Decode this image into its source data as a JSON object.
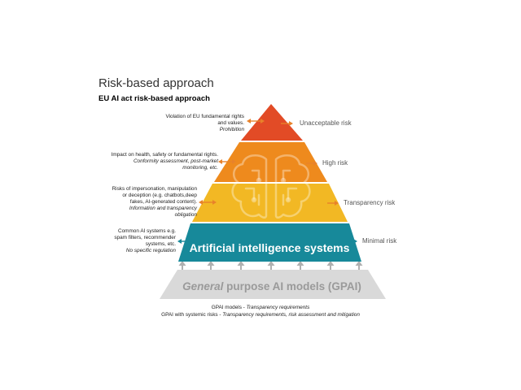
{
  "title": "Risk-based approach",
  "subtitle": "EU AI act risk-based approach",
  "tiers": [
    {
      "risk": "Unacceptable risk",
      "description": "Violation of EU fundamental rights and values.",
      "measure": "Prohibition",
      "color": "#E24B26"
    },
    {
      "risk": "High risk",
      "description": "Impact on health, safety or fundamental rights.",
      "measure": "Conformity assessment, post-market monitoring, etc.",
      "color": "#EE8A1D"
    },
    {
      "risk": "Transparency risk",
      "description": "Risks of impersonation, manipulation or deception (e.g. chatbots,deep fakes, AI-generated content).",
      "measure": "Information and transparency obligation",
      "color": "#F2B824"
    },
    {
      "risk": "Minimal risk",
      "description": "Common AI systems e.g. spam filters, recommender systems, etc.",
      "measure": "No specific regulation",
      "color": "#17899A"
    }
  ],
  "ai_systems_label": "Artificial intelligence systems",
  "gpai_label": {
    "italic": "General",
    "rest": " purpose AI models (GPAI)"
  },
  "footer": {
    "line1_prefix": "GPAI models - ",
    "line1_italic": "Transparency requirements",
    "line2_prefix": "GPAI with systemic risks - ",
    "line2_italic": "Transparency requirements, risk assessment and mitigation"
  },
  "colors": {
    "arrow_orange": "#E8822A",
    "arrow_teal": "#17899A",
    "gpai_band": "#D9D9D9",
    "gpai_text": "#9A9A9A",
    "up_arrows": "#B0B0B0"
  }
}
